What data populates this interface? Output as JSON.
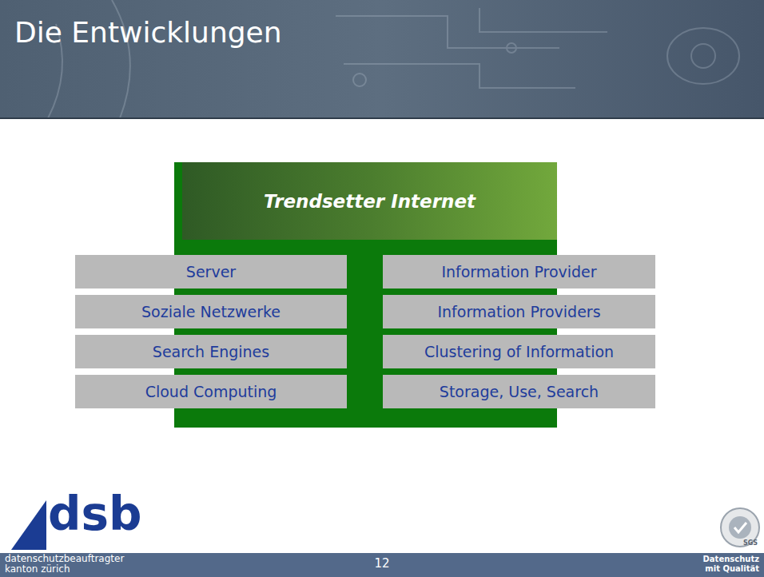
{
  "diagram": {
    "title": "Die Entwicklungen",
    "nodes": [
      {
        "text": [
          "Trendsetter Internet"
        ]
      },
      {
        "text": [
          "Server"
        ]
      },
      {
        "text": [
          "Information Provider"
        ]
      },
      {
        "text": [
          "Soziale Netzwerke"
        ]
      },
      {
        "text": [
          "Information Providers"
        ]
      },
      {
        "text": [
          "Search Engines"
        ]
      },
      {
        "text": [
          "Clustering of Information"
        ]
      },
      {
        "text": [
          "Cloud Computing"
        ]
      },
      {
        "text": [
          "Storage, Use, Search"
        ]
      }
    ],
    "labels": [
      "dsb",
      "datenschutzbeauftragter kanton zürich",
      "12",
      "Datenschutz mit Qualität",
      "SGS"
    ]
  }
}
